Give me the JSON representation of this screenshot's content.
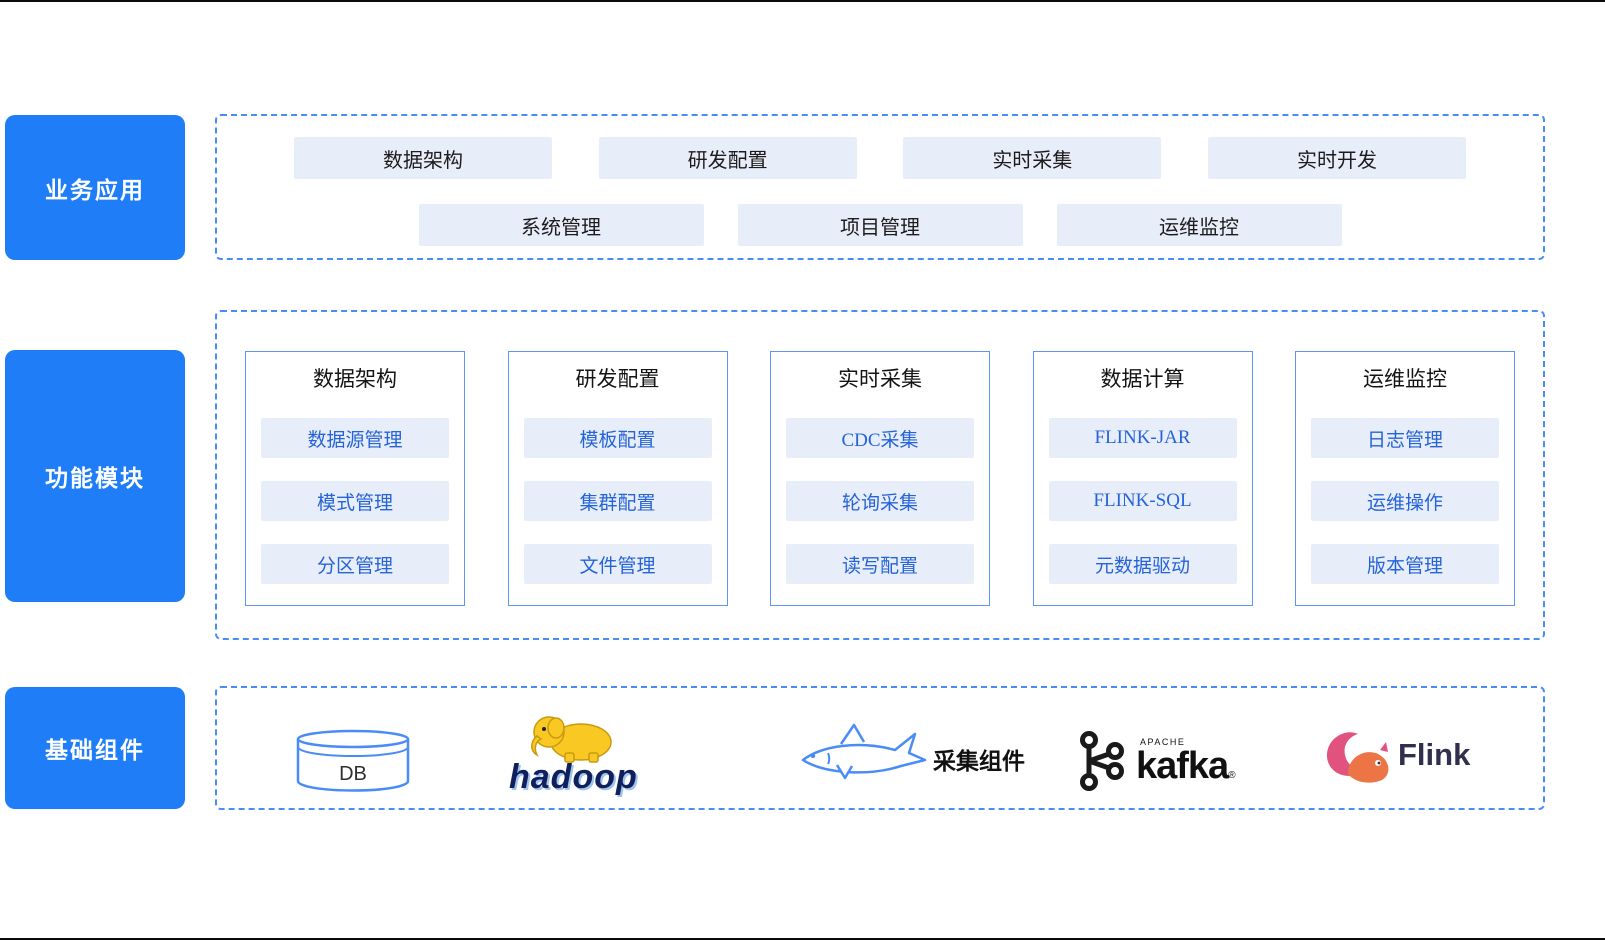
{
  "business": {
    "label": "业务应用",
    "row1": [
      "数据架构",
      "研发配置",
      "实时采集",
      "实时开发"
    ],
    "row2": [
      "系统管理",
      "项目管理",
      "运维监控"
    ]
  },
  "modules": {
    "label": "功能模块",
    "columns": [
      {
        "title": "数据架构",
        "items": [
          "数据源管理",
          "模式管理",
          "分区管理"
        ]
      },
      {
        "title": "研发配置",
        "items": [
          "模板配置",
          "集群配置",
          "文件管理"
        ]
      },
      {
        "title": "实时采集",
        "items": [
          "CDC采集",
          "轮询采集",
          "读写配置"
        ]
      },
      {
        "title": "数据计算",
        "items": [
          "FLINK-JAR",
          "FLINK-SQL",
          "元数据驱动"
        ]
      },
      {
        "title": "运维监控",
        "items": [
          "日志管理",
          "运维操作",
          "版本管理"
        ]
      }
    ]
  },
  "components": {
    "label": "基础组件",
    "items": [
      {
        "icon": "database-icon",
        "label": "DB"
      },
      {
        "icon": "hadoop-elephant-icon",
        "label": "hadoop"
      },
      {
        "icon": "shark-icon",
        "label": "采集组件"
      },
      {
        "icon": "kafka-icon",
        "sublabel": "APACHE",
        "label": "kafka",
        "trademark": "®"
      },
      {
        "icon": "flink-squirrel-icon",
        "label": "Flink"
      }
    ]
  },
  "colors": {
    "accent_blue": "#1E7DF7",
    "dashed_border": "#4A8CF7",
    "chip_bg": "#E8EEF9",
    "chip_text_blue": "#2563D9",
    "text_dark": "#1C1C1C"
  }
}
